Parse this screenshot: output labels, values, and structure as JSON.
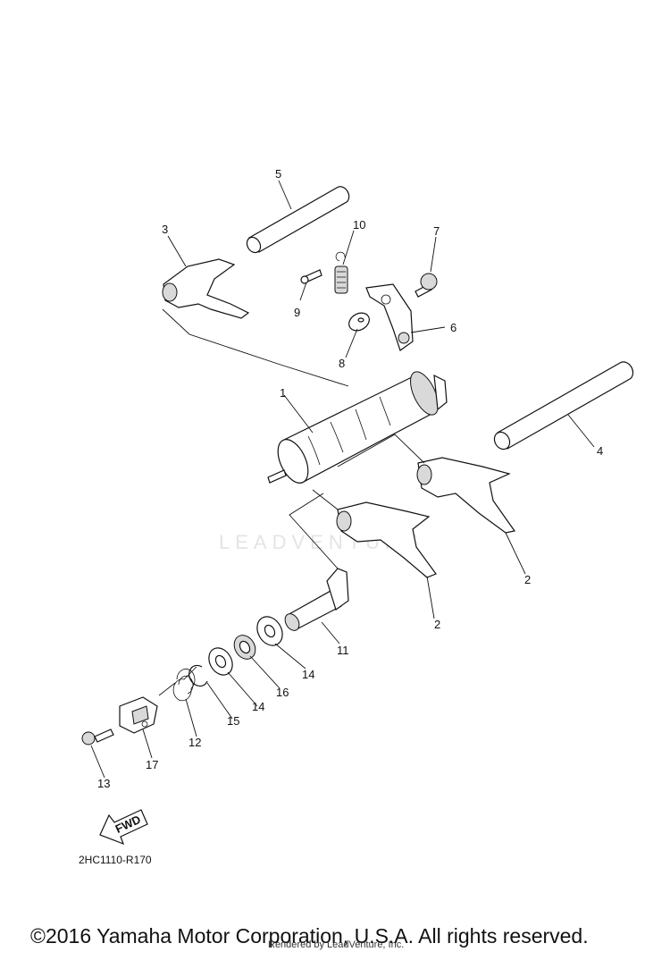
{
  "diagram": {
    "watermark": "LEADVENTURE",
    "diagram_code": "2HC1110-R170",
    "fwd_label": "FWD",
    "callouts": [
      {
        "id": "c1",
        "label": "1"
      },
      {
        "id": "c2a",
        "label": "2"
      },
      {
        "id": "c2b",
        "label": "2"
      },
      {
        "id": "c3",
        "label": "3"
      },
      {
        "id": "c4",
        "label": "4"
      },
      {
        "id": "c5",
        "label": "5"
      },
      {
        "id": "c6",
        "label": "6"
      },
      {
        "id": "c7",
        "label": "7"
      },
      {
        "id": "c8",
        "label": "8"
      },
      {
        "id": "c9",
        "label": "9"
      },
      {
        "id": "c10",
        "label": "10"
      },
      {
        "id": "c11",
        "label": "11"
      },
      {
        "id": "c12",
        "label": "12"
      },
      {
        "id": "c13",
        "label": "13"
      },
      {
        "id": "c14a",
        "label": "14"
      },
      {
        "id": "c14b",
        "label": "14"
      },
      {
        "id": "c15",
        "label": "15"
      },
      {
        "id": "c16",
        "label": "16"
      },
      {
        "id": "c17",
        "label": "17"
      }
    ]
  },
  "footer": {
    "copyright": "©2016 Yamaha Motor Corporation, U.S.A. All rights reserved.",
    "rendered_by": "Rendered by LeadVenture, Inc."
  }
}
